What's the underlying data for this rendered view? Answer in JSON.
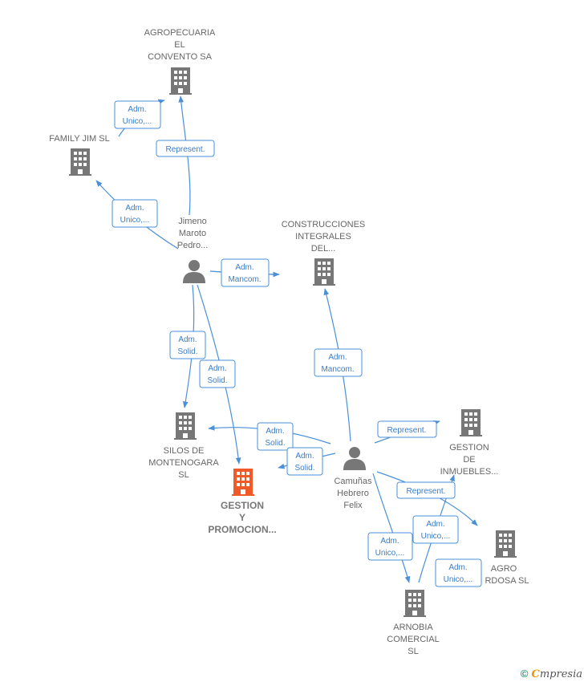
{
  "colors": {
    "company": "#777777",
    "highlight": "#f05a28",
    "person": "#777777",
    "edge": "#4a90d9"
  },
  "nodes": [
    {
      "id": "agropecuaria",
      "type": "company",
      "icon": "building-icon",
      "lines": [
        "AGROPECUARIA",
        "EL",
        "CONVENTO SA"
      ]
    },
    {
      "id": "family-jim",
      "type": "company",
      "icon": "building-icon",
      "lines": [
        "FAMILY JIM  SL"
      ]
    },
    {
      "id": "jimeno",
      "type": "person",
      "icon": "person-icon",
      "lines": [
        "Jimeno",
        "Maroto",
        "Pedro..."
      ]
    },
    {
      "id": "construcciones",
      "type": "company",
      "icon": "building-icon",
      "lines": [
        "CONSTRUCCIONES",
        "INTEGRALES",
        "DEL..."
      ]
    },
    {
      "id": "silos",
      "type": "company",
      "icon": "building-icon",
      "lines": [
        "SILOS DE",
        "MONTENOGARA",
        "SL"
      ]
    },
    {
      "id": "gestion-promocion",
      "type": "company-highlight",
      "icon": "building-icon",
      "lines": [
        "GESTION",
        "Y",
        "PROMOCION..."
      ]
    },
    {
      "id": "camunas",
      "type": "person",
      "icon": "person-icon",
      "lines": [
        "Camuñas",
        "Hebrero",
        "Felix"
      ]
    },
    {
      "id": "gestion-inmuebles",
      "type": "company",
      "icon": "building-icon",
      "lines": [
        "GESTION",
        "DE",
        "INMUEBLES..."
      ]
    },
    {
      "id": "agro-rdosa",
      "type": "company",
      "icon": "building-icon",
      "lines": [
        "AGRO",
        "RDOSA  SL"
      ]
    },
    {
      "id": "arnobia",
      "type": "company",
      "icon": "building-icon",
      "lines": [
        "ARNOBIA",
        "COMERCIAL",
        "SL"
      ]
    }
  ],
  "edges": [
    {
      "id": "e1",
      "lines": [
        "Adm.",
        "Unico,..."
      ]
    },
    {
      "id": "e2",
      "lines": [
        "Represent."
      ]
    },
    {
      "id": "e3",
      "lines": [
        "Adm.",
        "Unico,..."
      ]
    },
    {
      "id": "e4",
      "lines": [
        "Adm.",
        "Mancom."
      ]
    },
    {
      "id": "e5",
      "lines": [
        "Adm.",
        "Solid."
      ]
    },
    {
      "id": "e6",
      "lines": [
        "Adm.",
        "Solid."
      ]
    },
    {
      "id": "e7",
      "lines": [
        "Adm.",
        "Mancom."
      ]
    },
    {
      "id": "e8",
      "lines": [
        "Adm.",
        "Solid."
      ]
    },
    {
      "id": "e9",
      "lines": [
        "Adm.",
        "Solid."
      ]
    },
    {
      "id": "e10",
      "lines": [
        "Represent."
      ]
    },
    {
      "id": "e11",
      "lines": [
        "Represent."
      ]
    },
    {
      "id": "e12",
      "lines": [
        "Adm.",
        "Unico,..."
      ]
    },
    {
      "id": "e13",
      "lines": [
        "Adm.",
        "Unico,..."
      ]
    },
    {
      "id": "e14",
      "lines": [
        "Adm.",
        "Unico,..."
      ]
    }
  ],
  "footer": {
    "copyright": "©",
    "brand_initial": "C",
    "brand_rest": "mpresia"
  }
}
